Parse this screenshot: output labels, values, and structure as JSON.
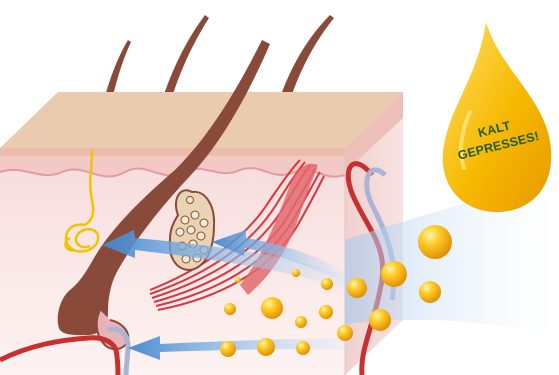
{
  "badge": {
    "line1": "KALT",
    "line2": "GEPRESSES!"
  },
  "colors": {
    "epidermis_top": "#e9c6a8",
    "dermis": "#fbe9e8",
    "side_face": "#f3d6d4",
    "hair": "#8a4a3a",
    "gland_yellow": "#f2c400",
    "muscle": "#d8363e",
    "vein_blue": "#aab4d6",
    "artery_red": "#c83030",
    "drop_gold": "#f5b400",
    "flow_blue": "#6aa3dc"
  },
  "icons": {
    "oil_droplets": "sphere",
    "badge_shape": "drop"
  }
}
